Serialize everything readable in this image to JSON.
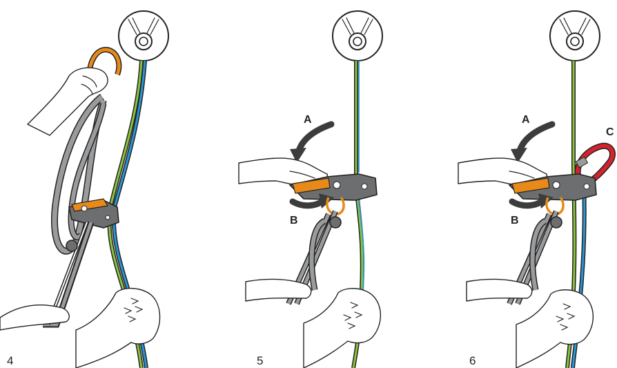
{
  "colors": {
    "rope_green": "#8cc43c",
    "rope_blue": "#2a96d6",
    "device_orange": "#e88a1a",
    "device_grey": "#6d6e70",
    "sling_grey": "#9a9b9d",
    "carabiner_red": "#d5232d",
    "arrow_dark": "#3c3c3c",
    "ink": "#222222"
  },
  "panels": [
    {
      "step": "4",
      "labels": []
    },
    {
      "step": "5",
      "labels": [
        "A",
        "B"
      ]
    },
    {
      "step": "6",
      "labels": [
        "A",
        "B",
        "C"
      ]
    }
  ]
}
